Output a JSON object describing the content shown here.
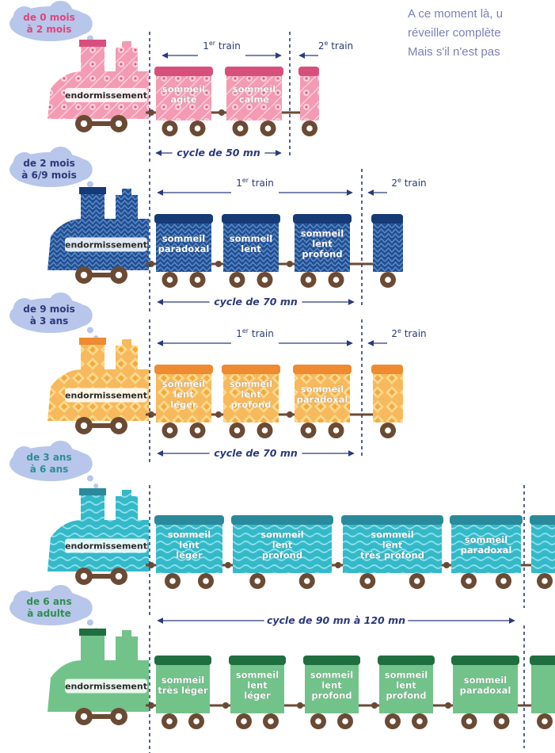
{
  "intro_lines": [
    "A ce moment là, u",
    "réveiller complète",
    "Mais s'il n'est pas"
  ],
  "colors": {
    "navy": "#2b3a7a",
    "cloud": "#b7c6ea",
    "cloud_text": "#2b3a7a",
    "wheel": "#6b4a34",
    "hub": "#ffffff",
    "chain": "#6b4a34",
    "divider": "#2b3a7a"
  },
  "rows": [
    {
      "age": [
        "de 0 mois",
        "à 2 mois"
      ],
      "age_color": "#e0457a",
      "body": "#f39bb3",
      "roof": "#d94f7c",
      "pattern": "flower",
      "pattern_color": "#fbd1dc",
      "loco_label": "endormissement",
      "cars": [
        [
          "sommeil",
          "agité"
        ],
        [
          "sommeil",
          "calme"
        ]
      ],
      "train_labels": [
        {
          "num": "1",
          "sup": "er",
          "word": "train"
        },
        {
          "num": "2",
          "sup": "e",
          "word": "train"
        }
      ],
      "cycle": "cycle de 50 mn"
    },
    {
      "age": [
        "de 2 mois",
        "à 6/9 mois"
      ],
      "age_color": "#2b3a7a",
      "body": "#1f4f8f",
      "roof": "#163a76",
      "pattern": "zigzag",
      "pattern_color": "#5b86c8",
      "loco_label": "endormissement",
      "cars": [
        [
          "sommeil",
          "paradoxal"
        ],
        [
          "sommeil",
          "lent"
        ],
        [
          "sommeil",
          "lent",
          "profond"
        ]
      ],
      "train_labels": [
        {
          "num": "1",
          "sup": "er",
          "word": "train"
        },
        {
          "num": "2",
          "sup": "e",
          "word": "train"
        }
      ],
      "cycle": "cycle de 70 mn"
    },
    {
      "age": [
        "de 9 mois",
        "à 3 ans"
      ],
      "age_color": "#2b3a7a",
      "body": "#f7b95c",
      "roof": "#ee8a2f",
      "pattern": "diamond",
      "pattern_color": "#fcd98e",
      "loco_label": "endormissement",
      "cars": [
        [
          "sommeil",
          "lent",
          "léger"
        ],
        [
          "sommeil",
          "lent",
          "profond"
        ],
        [
          "sommeil",
          "paradoxal"
        ]
      ],
      "train_labels": [
        {
          "num": "1",
          "sup": "er",
          "word": "train"
        },
        {
          "num": "2",
          "sup": "e",
          "word": "train"
        }
      ],
      "cycle": "cycle de 70 mn"
    },
    {
      "age": [
        "de 3 ans",
        "à 6 ans"
      ],
      "age_color": "#2a8f96",
      "body": "#34b9c9",
      "roof": "#2a8a9c",
      "pattern": "wave",
      "pattern_color": "#8fe0ea",
      "loco_label": "endormissement",
      "cars": [
        [
          "sommeil",
          "lent",
          "léger"
        ],
        [
          "sommeil",
          "lent",
          "profond"
        ],
        [
          "sommeil",
          "lent",
          "très profond"
        ],
        [
          "sommeil",
          "paradoxal"
        ]
      ],
      "train_labels": [],
      "cycle": ""
    },
    {
      "age": [
        "de 6 ans",
        "à adulte"
      ],
      "age_color": "#2f8f4e",
      "body": "#72c38a",
      "roof": "#1f6e3f",
      "pattern": "none",
      "pattern_color": "#72c38a",
      "loco_label": "endormissement",
      "cars": [
        [
          "sommeil",
          "très léger"
        ],
        [
          "sommeil",
          "lent",
          "léger"
        ],
        [
          "sommeil",
          "lent",
          "profond"
        ],
        [
          "sommeil",
          "lent",
          "profond"
        ],
        [
          "sommeil",
          "paradoxal"
        ]
      ],
      "train_labels": [],
      "cycle": "cycle de 90 mn à 120 mn"
    }
  ]
}
